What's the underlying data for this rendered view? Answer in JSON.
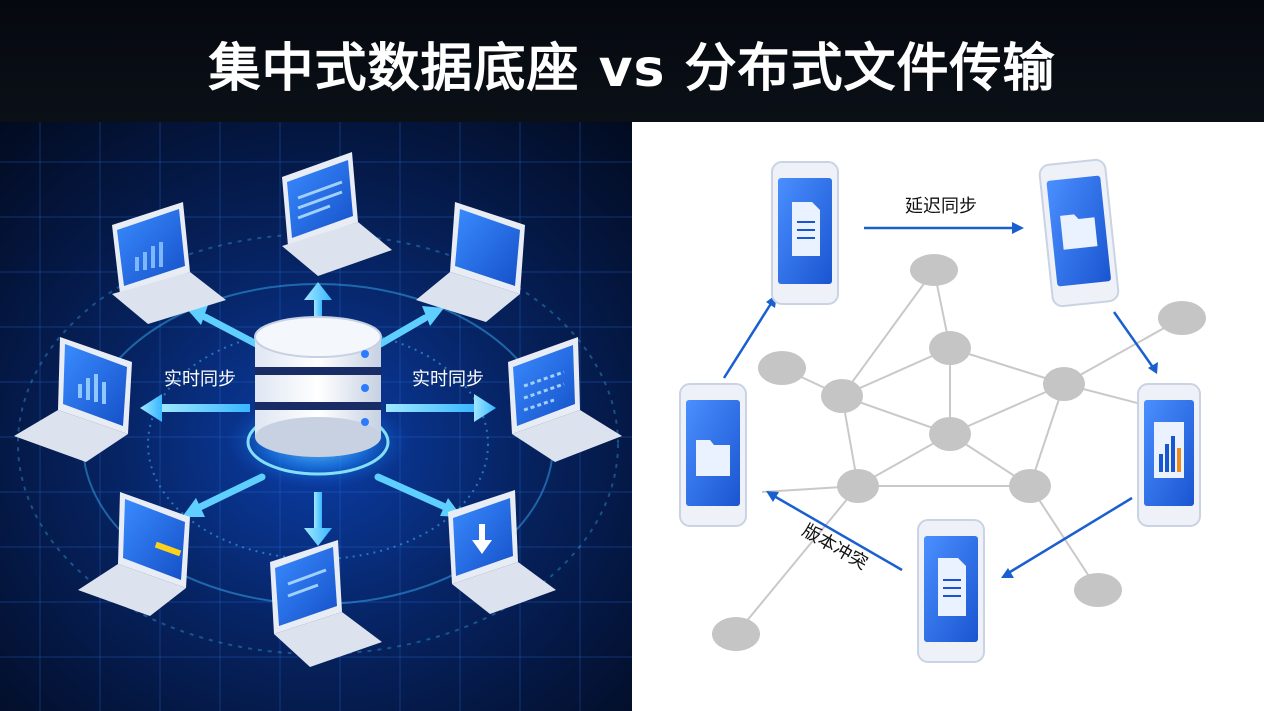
{
  "header": {
    "title": "集中式数据底座 vs 分布式文件传输"
  },
  "left_panel": {
    "sync_label_left": "实时同步",
    "sync_label_right": "实时同步"
  },
  "right_panel": {
    "delay_sync_label": "延迟同步",
    "version_conflict_label": "版本冲突"
  },
  "colors": {
    "left_bg": "#06133a",
    "accent_blue": "#1f6fe0",
    "cyan_glow": "#35c8ff",
    "node_gray": "#c8c8c8",
    "arrow_blue": "#1a5fd0"
  }
}
